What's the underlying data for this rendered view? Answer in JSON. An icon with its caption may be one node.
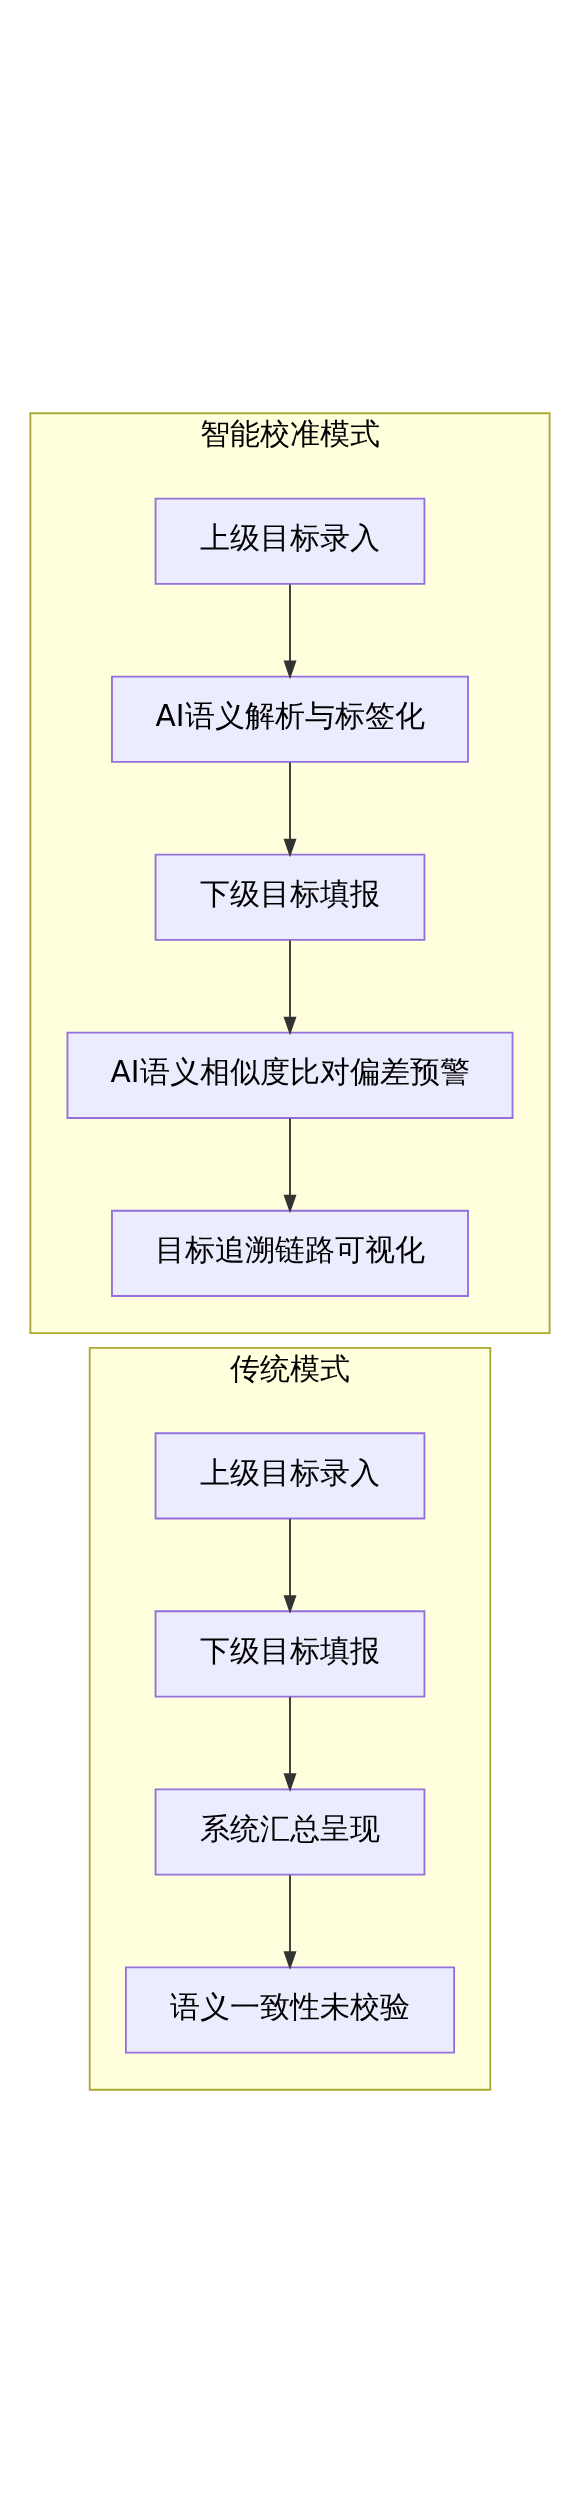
{
  "diagram": {
    "nodes": [
      {
        "text": [
          "智能校准模式"
        ]
      },
      {
        "text": [
          "上级目标录入"
        ],
        "in": 0
      },
      {
        "text": [
          "AI语义解析与标签化"
        ],
        "in": 0
      },
      {
        "text": [
          "下级目标填报"
        ],
        "in": 0
      },
      {
        "text": [
          "AI语义相似度比对偏差预警"
        ],
        "in": 0
      },
      {
        "text": [
          "目标追溯链路可视化"
        ],
        "in": 0
      },
      {
        "text": [
          "传统模式"
        ]
      },
      {
        "text": [
          "上级目标录入"
        ],
        "in": 6
      },
      {
        "text": [
          "下级目标填报"
        ],
        "in": 6
      },
      {
        "text": [
          "系统汇总呈现"
        ],
        "in": 6
      },
      {
        "text": [
          "语义一致性未校验"
        ],
        "in": 6
      }
    ],
    "edges": [
      {
        "from": 1,
        "to": 2,
        "arrow": "to"
      },
      {
        "from": 2,
        "to": 3,
        "arrow": "to"
      },
      {
        "from": 3,
        "to": 4,
        "arrow": "to"
      },
      {
        "from": 4,
        "to": 5,
        "arrow": "to"
      },
      {
        "from": 7,
        "to": 8,
        "arrow": "to"
      },
      {
        "from": 8,
        "to": 9,
        "arrow": "to"
      },
      {
        "from": 9,
        "to": 10,
        "arrow": "to"
      }
    ]
  }
}
